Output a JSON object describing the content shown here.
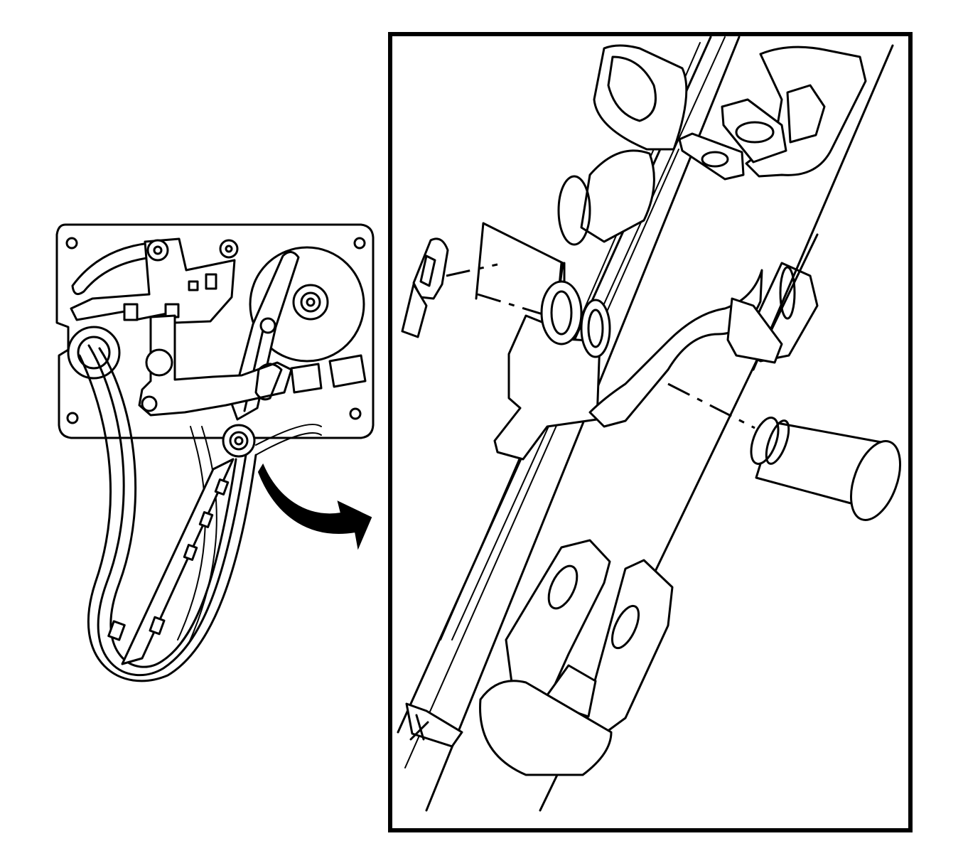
{
  "figure": {
    "background": "#ffffff",
    "line_color": "#000000",
    "caption": ""
  },
  "overview": {
    "components": [
      "mounting-plate",
      "pivot-arm",
      "circular-gear",
      "cable-harness",
      "lower-bracket",
      "connectors"
    ]
  },
  "detail": {
    "components": [
      "rail-assembly",
      "retaining-clip",
      "pivot-pin",
      "clevis-bracket",
      "upper-bracket",
      "mounting-tab"
    ]
  },
  "callout": {
    "arrow_icon": "curved-arrow-icon",
    "direction": "overview-to-detail"
  }
}
